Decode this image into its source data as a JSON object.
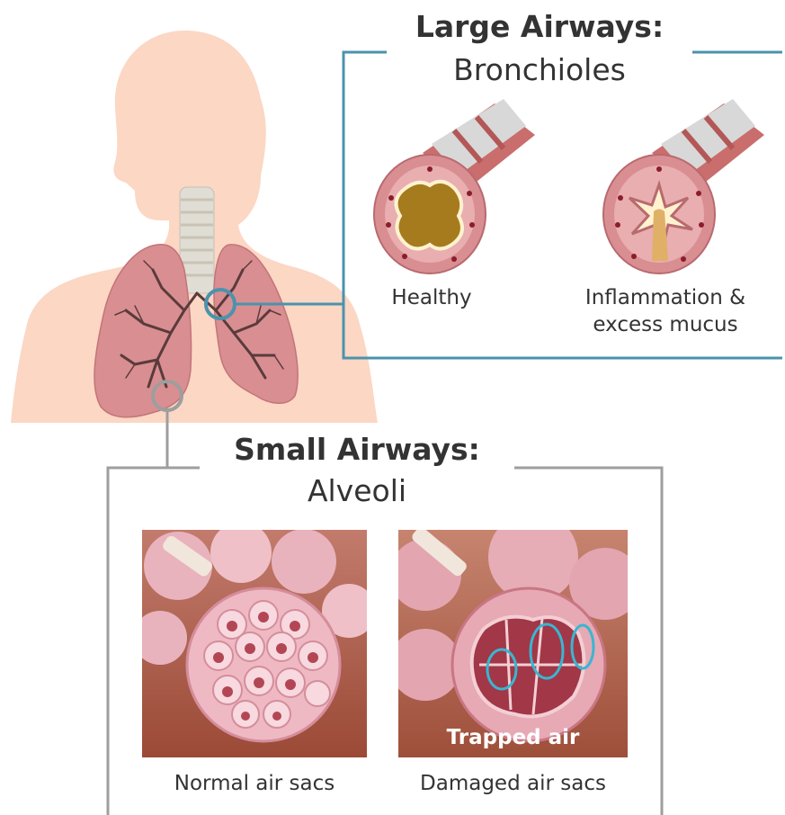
{
  "large_airways": {
    "title": "Large Airways:",
    "subtitle": "Bronchioles",
    "healthy_label": "Healthy",
    "inflamed_label_line1": "Inflammation &",
    "inflamed_label_line2": "excess mucus"
  },
  "small_airways": {
    "title": "Small Airways:",
    "subtitle": "Alveoli",
    "normal_label": "Normal air sacs",
    "damaged_label": "Damaged air sacs",
    "trapped_label": "Trapped air"
  },
  "colors": {
    "large_frame": "#4a93ad",
    "small_frame": "#9e9e9e",
    "body_silhouette": "#fbd7c4",
    "lung": "#d98e92",
    "bronchi": "#5a3b3b"
  }
}
